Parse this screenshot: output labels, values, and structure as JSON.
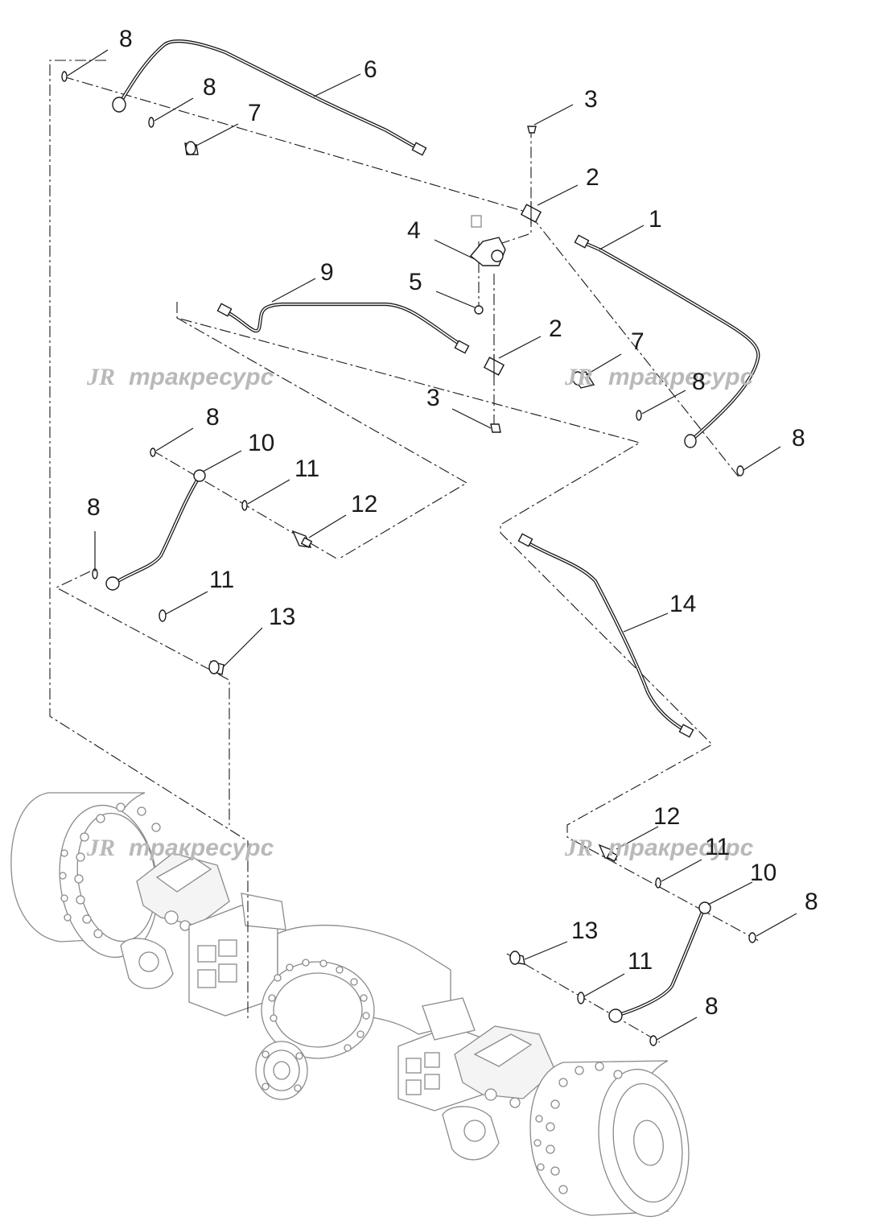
{
  "diagram": {
    "callouts": [
      "8",
      "6",
      "8",
      "7",
      "3",
      "2",
      "1",
      "4",
      "9",
      "5",
      "2",
      "7",
      "8",
      "3",
      "8",
      "8",
      "10",
      "11",
      "12",
      "8",
      "11",
      "13",
      "14",
      "12",
      "11",
      "10",
      "8",
      "13",
      "11",
      "8"
    ],
    "watermark": {
      "logo": "JR",
      "text": "тракресурс"
    }
  }
}
